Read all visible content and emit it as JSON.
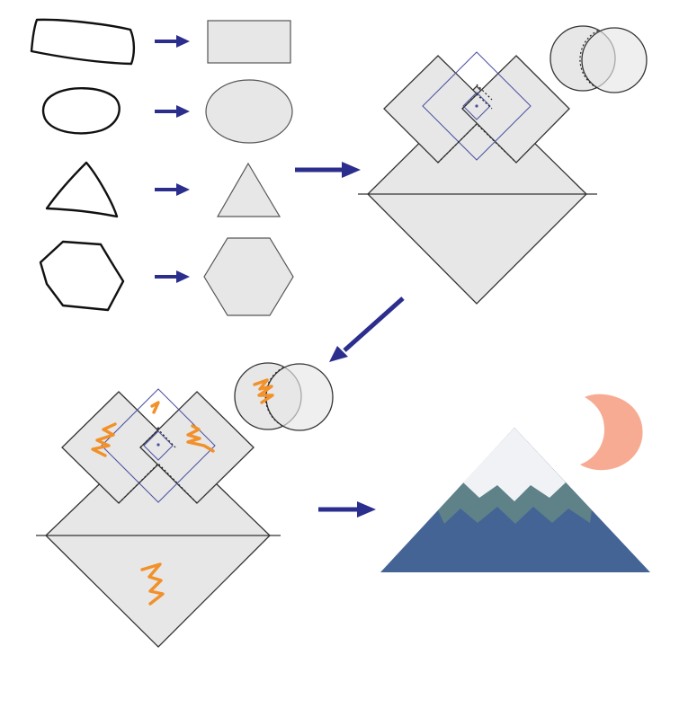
{
  "diagram": {
    "description_free": true,
    "colors": {
      "shape_fill": "#e6e7e6",
      "arrow": "#2b2e8c",
      "scribble": "#f2902a",
      "guide": "#4a4fa0",
      "mountain_base": "#456496",
      "mountain_band": "#5e8287",
      "mountain_snow": "#f0f2f5",
      "moon": "#f7ab93"
    },
    "steps": [
      {
        "name": "sketch-to-shapes",
        "shapes": [
          "rectangle",
          "ellipse",
          "triangle",
          "hexagon"
        ]
      },
      {
        "name": "construct-composition"
      },
      {
        "name": "annotate-composition"
      },
      {
        "name": "final-illustration",
        "elements": [
          "mountain",
          "snow-cap",
          "moon"
        ]
      }
    ]
  }
}
